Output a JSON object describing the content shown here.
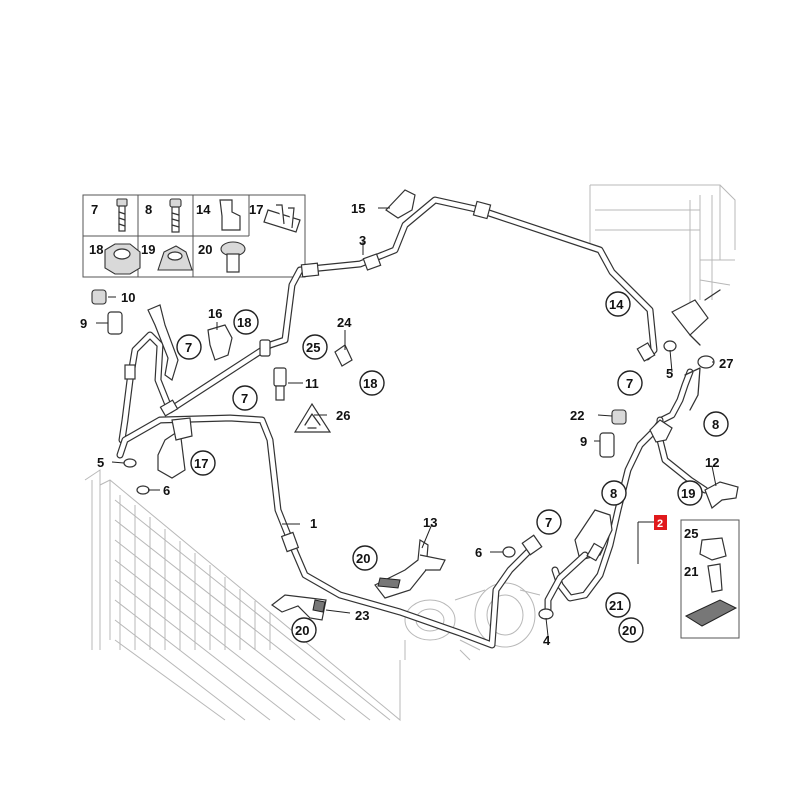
{
  "diagram": {
    "callouts": {
      "c1": "1",
      "c2": "2",
      "c3": "3",
      "c4": "4",
      "c5a": "5",
      "c5b": "5",
      "c6a": "6",
      "c6b": "6",
      "c7a": "7",
      "c7b": "7",
      "c7c": "7",
      "c7d": "7",
      "c7e": "7",
      "c8a": "8",
      "c8b": "8",
      "c8c": "8",
      "c9a": "9",
      "c9b": "9",
      "c10": "10",
      "c11": "11",
      "c12": "12",
      "c13": "13",
      "c14a": "14",
      "c14b": "14",
      "c15": "15",
      "c16": "16",
      "c17a": "17",
      "c17b": "17",
      "c18a": "18",
      "c18b": "18",
      "c18c": "18",
      "c19a": "19",
      "c19b": "19",
      "c20a": "20",
      "c20b": "20",
      "c20c": "20",
      "c20d": "20",
      "c21a": "21",
      "c21b": "21",
      "c22": "22",
      "c23": "23",
      "c24": "24",
      "c25a": "25",
      "c25b": "25",
      "c26": "26",
      "c27": "27"
    },
    "highlight_color": "#e0191c"
  }
}
